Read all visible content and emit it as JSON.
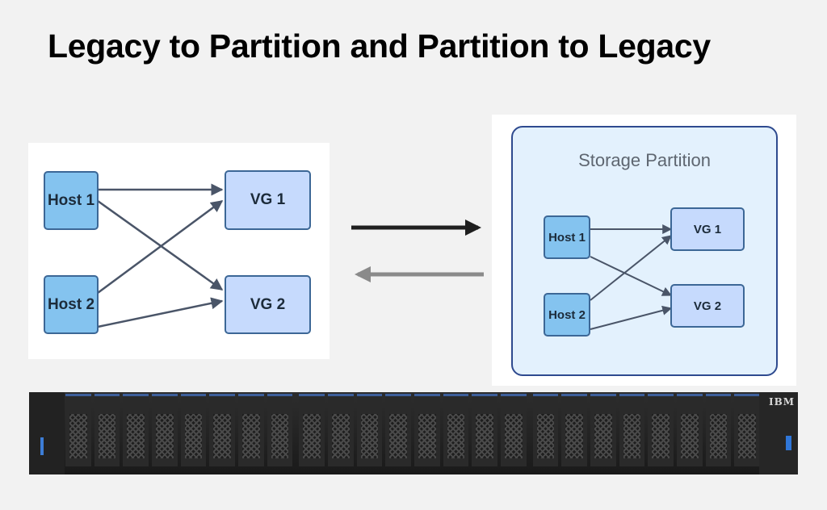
{
  "title": "Legacy to Partition and Partition to Legacy",
  "legacy": {
    "host1": "Host 1",
    "host2": "Host 2",
    "vg1": "VG 1",
    "vg2": "VG 2"
  },
  "partition": {
    "label": "Storage Partition",
    "host1": "Host 1",
    "host2": "Host 2",
    "vg1": "VG 1",
    "vg2": "VG 2"
  },
  "hardware": {
    "brand": "IBM"
  },
  "colors": {
    "host_fill": "#84c3ef",
    "vg_fill": "#c6dafd",
    "node_border": "#3c6796",
    "partition_border": "#2e4a8f",
    "partition_fill": "#e3f1fd",
    "edge": "#4a5568"
  }
}
